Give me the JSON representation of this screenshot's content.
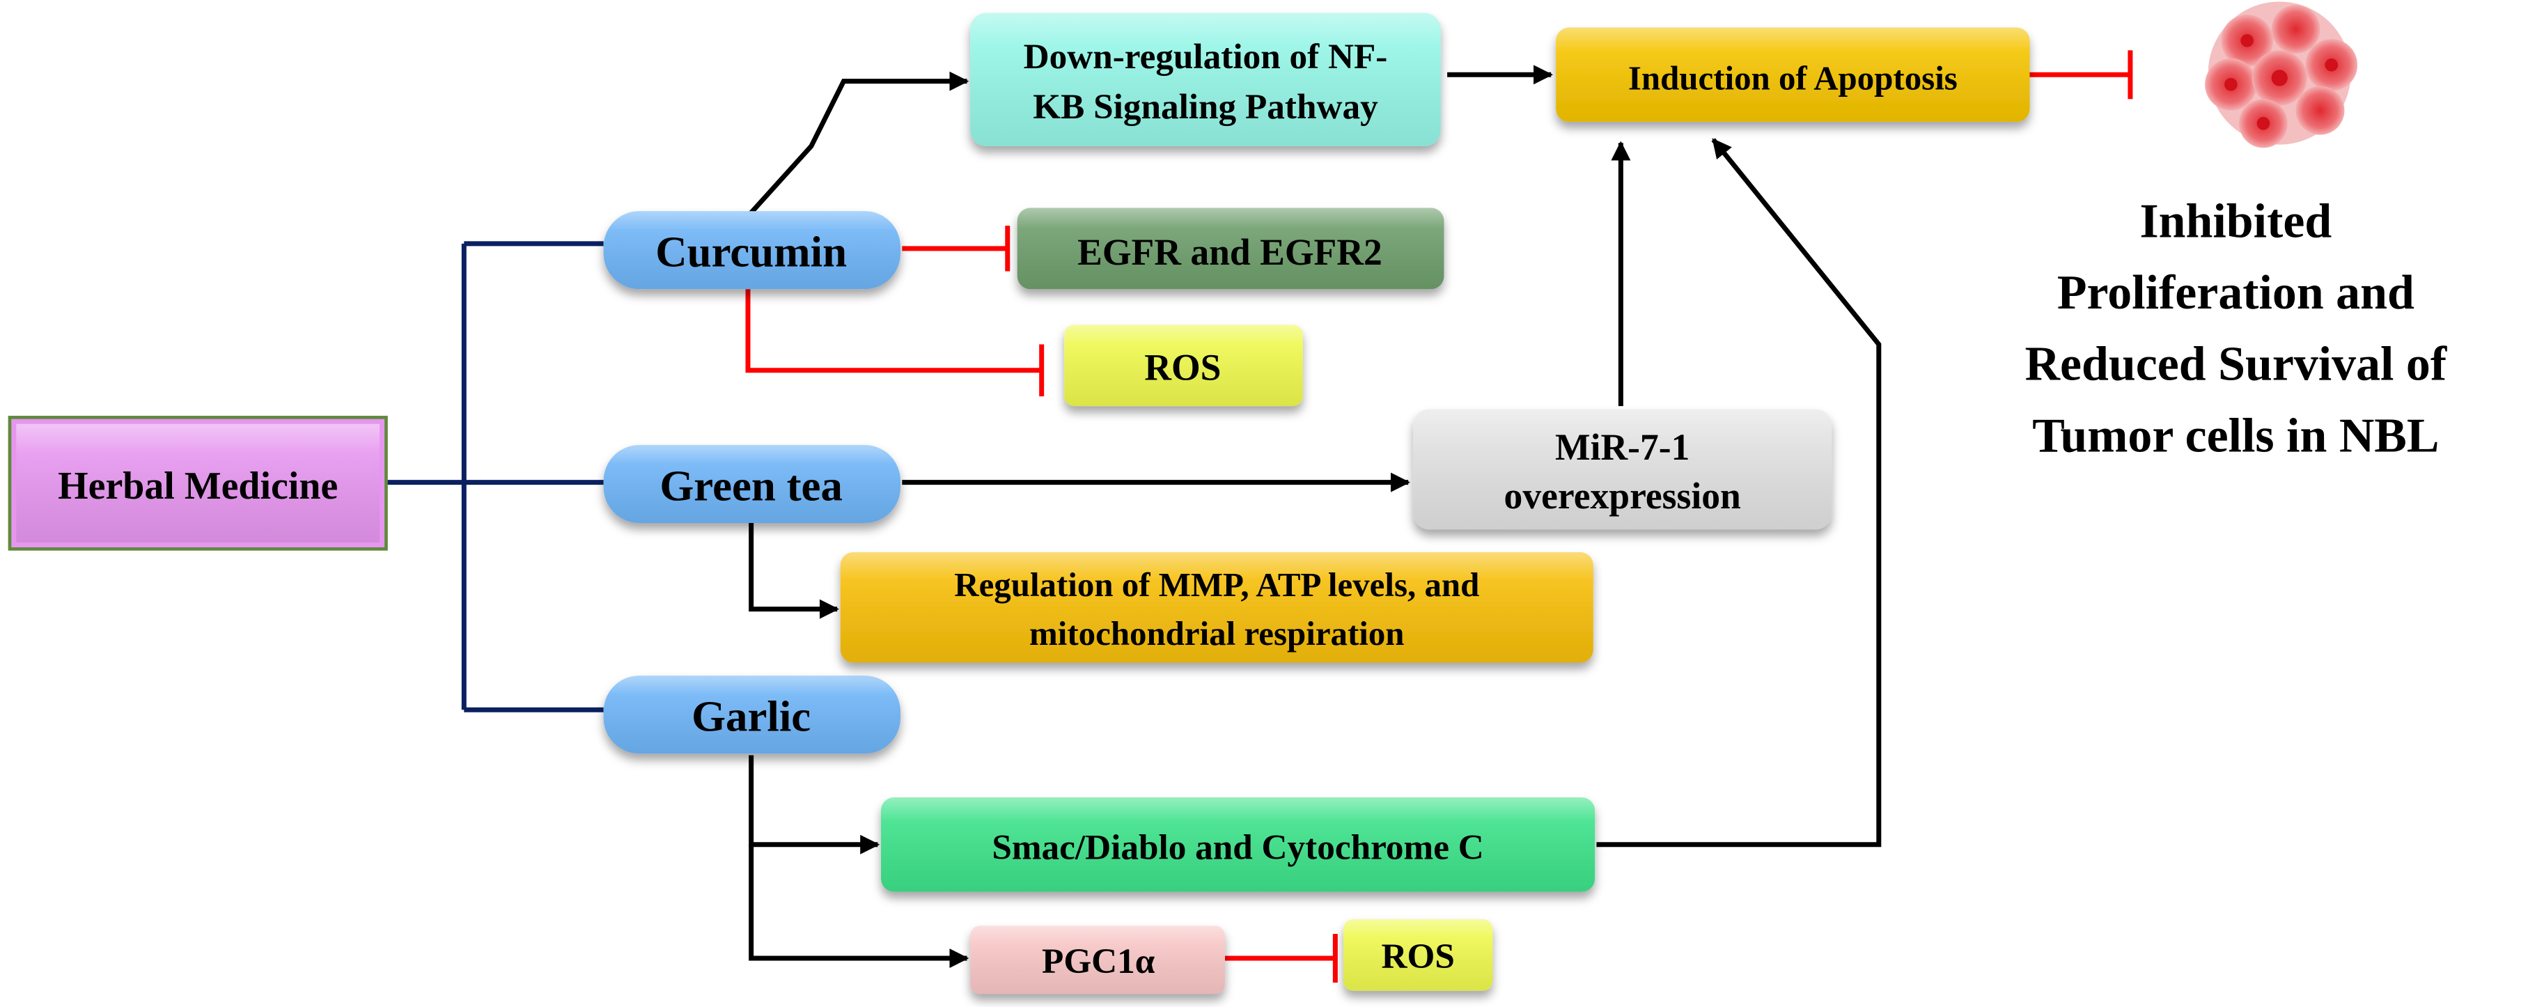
{
  "diagram": {
    "root": {
      "label": "Herbal Medicine",
      "color": "#e696ef"
    },
    "herbs": [
      {
        "id": "curcumin",
        "label": "Curcumin"
      },
      {
        "id": "green_tea",
        "label": "Green tea"
      },
      {
        "id": "garlic",
        "label": "Garlic"
      }
    ],
    "herb_color": "#6eb4f6",
    "nodes": {
      "nfkb": {
        "lines": [
          "Down-regulation of NF-",
          "KB Signaling Pathway"
        ],
        "color": "#94f5e6"
      },
      "apoptosis": {
        "lines": [
          "Induction of Apoptosis"
        ],
        "color": "#f5c400"
      },
      "egfr": {
        "lines": [
          "EGFR and EGFR2"
        ],
        "color": "#6e9e6c"
      },
      "ros1": {
        "lines": [
          "ROS"
        ],
        "color": "#eef84e"
      },
      "mir": {
        "lines": [
          "MiR-7-1",
          "overexpression"
        ],
        "color": "#e1e1e1"
      },
      "mmp": {
        "lines": [
          "Regulation of MMP, ATP levels, and",
          "mitochondrial respiration"
        ],
        "color": "#f6be0a"
      },
      "smac": {
        "lines": [
          "Smac/Diablo and Cytochrome C"
        ],
        "color": "#3de28a"
      },
      "pgc": {
        "lines": [
          "PGC1α"
        ],
        "color": "#f8c6c6"
      },
      "ros2": {
        "lines": [
          "ROS"
        ],
        "color": "#eef84e"
      }
    },
    "outcome": {
      "lines": [
        "Inhibited",
        "Proliferation and",
        "Reduced Survival of",
        "Tumor cells in NBL"
      ]
    },
    "edge_colors": {
      "activate": "#000000",
      "inhibit": "#ff0000",
      "tree": "#0b2060"
    }
  }
}
